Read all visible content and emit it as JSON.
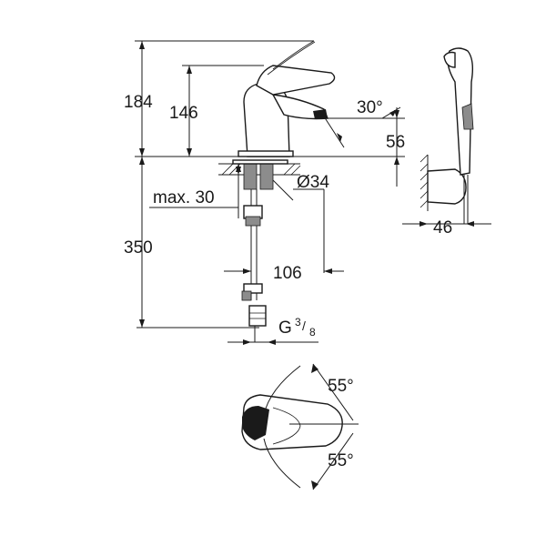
{
  "dimensions": {
    "total_height": "184",
    "spout_height": "146",
    "spout_angle": "30°",
    "spout_reach_height": "56",
    "hole_diameter": "Ø34",
    "max_thickness": "max. 30",
    "hose_length": "350",
    "spout_projection": "106",
    "connection_base": "G",
    "connection_sup": "3",
    "connection_sub": "8",
    "handle_angle_top": "55°",
    "handle_angle_bottom": "55°",
    "holder_depth": "46"
  },
  "colors": {
    "ink": "#1a1a1a",
    "shade": "#8c8c8c"
  }
}
